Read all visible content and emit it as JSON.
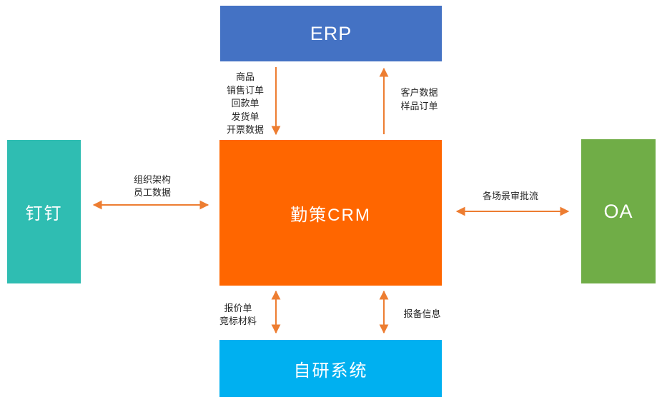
{
  "diagram": {
    "arrow_color": "#ED7D31",
    "nodes": {
      "erp": {
        "label": "ERP",
        "color": "#4472C4"
      },
      "crm": {
        "label": "勤策CRM",
        "color": "#FF6600"
      },
      "dingtalk": {
        "label": "钉钉",
        "color": "#2FBDB2"
      },
      "oa": {
        "label": "OA",
        "color": "#70AD47"
      },
      "selfdev": {
        "label": "自研系统",
        "color": "#00B0F0"
      }
    },
    "edges": {
      "erp_to_crm": {
        "direction": "down",
        "lines": [
          "商品",
          "销售订单",
          "回款单",
          "发货单",
          "开票数据"
        ]
      },
      "crm_to_erp": {
        "direction": "up",
        "lines": [
          "客户数据",
          "样品订单"
        ]
      },
      "dingtalk_crm": {
        "direction": "both",
        "lines": [
          "组织架构",
          "员工数据"
        ]
      },
      "crm_oa": {
        "direction": "both",
        "lines": [
          "各场景审批流"
        ]
      },
      "crm_selfdev_left": {
        "direction": "both",
        "lines": [
          "报价单",
          "竞标材料"
        ]
      },
      "crm_selfdev_right": {
        "direction": "both",
        "lines": [
          "报备信息"
        ]
      }
    }
  }
}
